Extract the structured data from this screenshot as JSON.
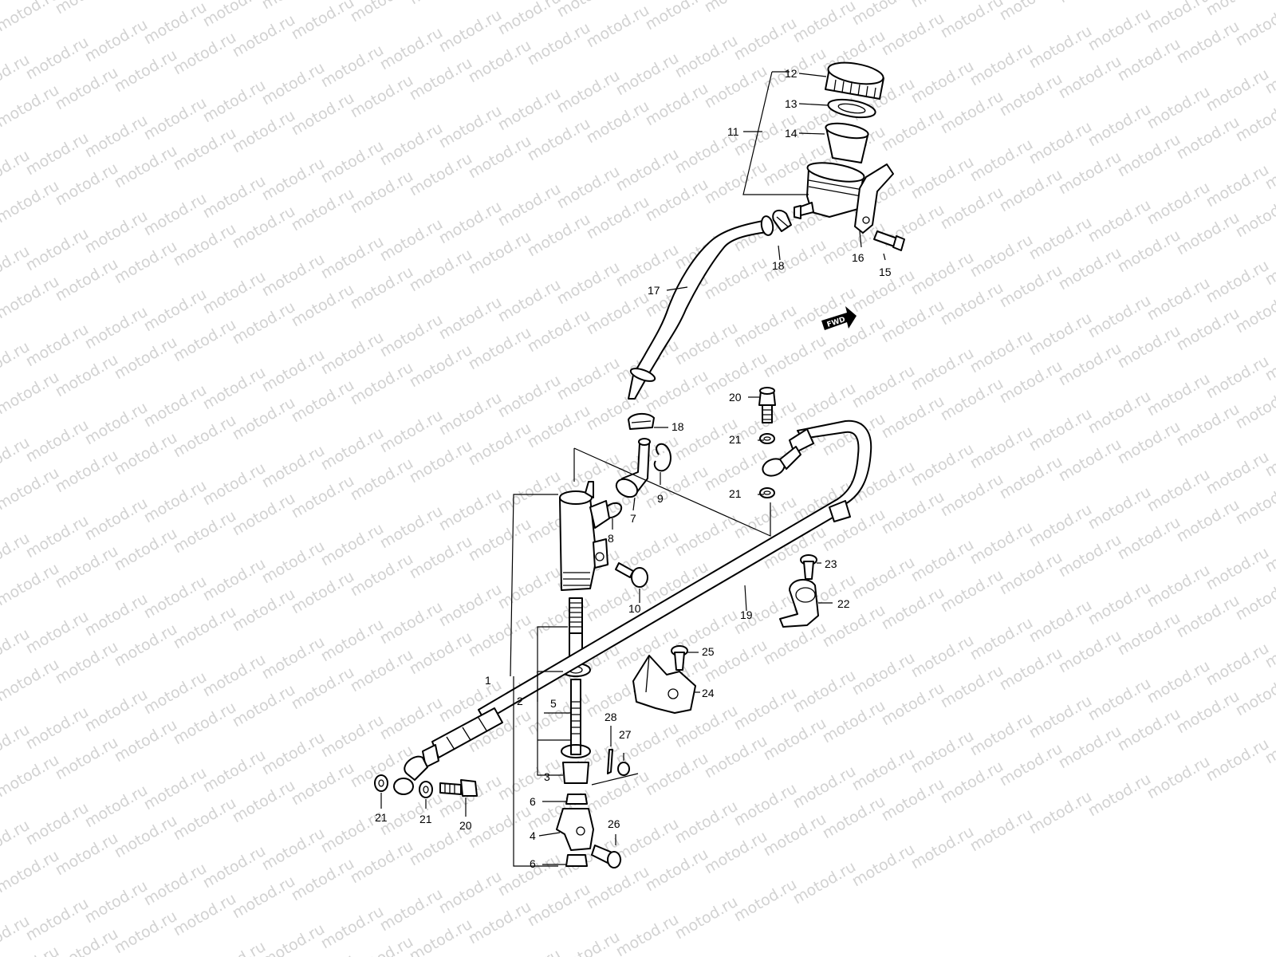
{
  "watermark": "motod.ru",
  "fwd_label": "FWD",
  "labels": {
    "p1": "1",
    "p2": "2",
    "p3": "3",
    "p4": "4",
    "p5": "5",
    "p6a": "6",
    "p6b": "6",
    "p7": "7",
    "p8": "8",
    "p9": "9",
    "p10": "10",
    "p11": "11",
    "p12": "12",
    "p13": "13",
    "p14": "14",
    "p15": "15",
    "p16": "16",
    "p17": "17",
    "p18a": "18",
    "p18b": "18",
    "p19": "19",
    "p20a": "20",
    "p20b": "20",
    "p21a": "21",
    "p21b": "21",
    "p21c": "21",
    "p21d": "21",
    "p22": "22",
    "p23": "23",
    "p24": "24",
    "p25": "25",
    "p26": "26",
    "p27": "27",
    "p28": "28"
  },
  "colors": {
    "background": "#ffffff",
    "line": "#000000",
    "watermark": "#d2d2d2"
  }
}
